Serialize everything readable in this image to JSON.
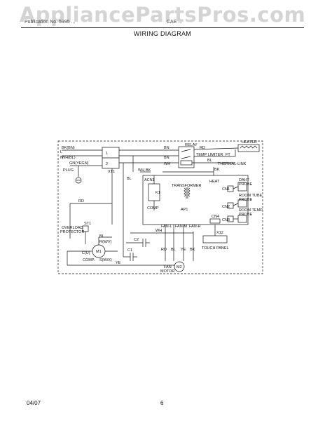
{
  "watermark": "AppliancePartsPros.com",
  "header": {
    "left_text": "Publication No. 5995 ...",
    "mid_text": "CAE ...",
    "title": "WIRING DIAGRAM"
  },
  "footer": {
    "date": "04/07",
    "page": "6"
  },
  "wires": {
    "bk_bn": "BK(BN)",
    "wh_bl": "WH(BL)",
    "gn_ygn": "GN(YEGN)",
    "bn": "BN",
    "rd": "RD",
    "wh": "WH",
    "bl": "BL",
    "bk": "BK",
    "ye": "YE"
  },
  "terminals": {
    "l": "L",
    "n": "N",
    "xt1": "XT1",
    "t1": "1",
    "t2": "2",
    "acn1": "ACN1",
    "k1": "K1",
    "comp": "COMP",
    "ap1": "AP1",
    "heat": "HEAT",
    "cn1": "CN1",
    "cn2": "CN2",
    "cn3": "CN3",
    "cn4": "CN4",
    "x12": "X12",
    "r_mv": "R(M/V)",
    "c_u": "C(U)",
    "s_wx": "S(W/X)",
    "fan_l": "FAN-L",
    "fan_m": "FAN-M",
    "fan_h": "FAN-H"
  },
  "labels": {
    "plug": "PLUG",
    "relay": "RELAY",
    "heater": "HEATER",
    "temp_limiter": "TEMP LIMITER",
    "ft": "FT",
    "thermal_link": "THERMAL-LINK",
    "transformer": "TRANSFORMER",
    "daht_probe_1": "DAHT",
    "daht_probe_2": "PROBE",
    "room_tube_1": "ROOM TUBE",
    "room_tube_2": "PROBE",
    "room_temp_1": "ROOM TEMP.",
    "room_temp_2": "PROBE",
    "overload_1": "OVERLOAD",
    "overload_2": "PROTECTOR",
    "st1": "ST1",
    "m1": "M1",
    "comp_motor": "COMP.",
    "c2": "C2",
    "c1": "C1",
    "touch_panel": "TOUCH PANEL",
    "m2": "M2",
    "fan_motor_1": "FAN",
    "fan_motor_2": "MOTOR"
  }
}
